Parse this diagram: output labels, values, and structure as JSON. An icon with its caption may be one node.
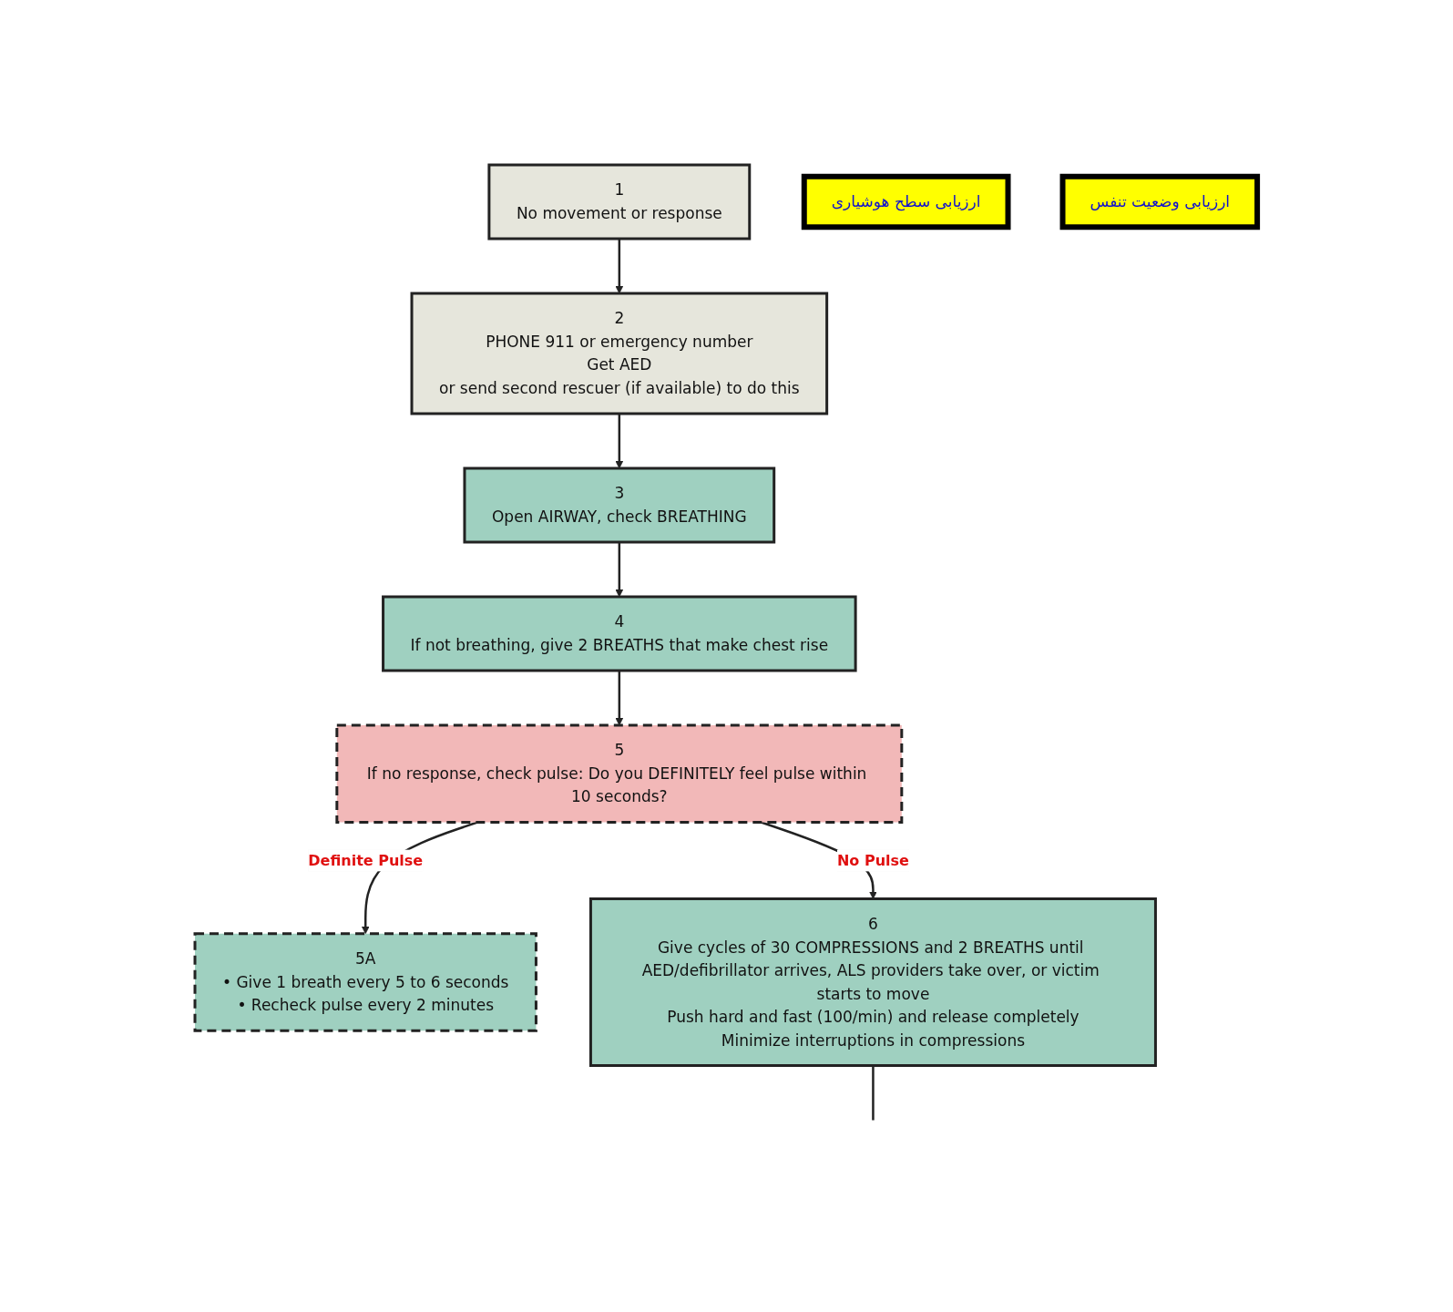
{
  "diagram": {
    "nodes": [
      {
        "text": [
          "1",
          "No movement or response"
        ]
      },
      {
        "text": [
          "2",
          "PHONE 911 or emergency number",
          "Get AED",
          "or send second rescuer (if available) to do this"
        ]
      },
      {
        "text": [
          "3",
          "Open AIRWAY, check BREATHING"
        ]
      },
      {
        "text": [
          "4",
          "If not breathing, give 2 BREATHS that make chest rise"
        ]
      },
      {
        "text": [
          "5",
          "If no response, check pulse: Do you DEFINITELY feel pulse within 10 seconds?"
        ]
      },
      {
        "text": [
          "5A",
          "• Give 1 breath every 5 to 6 seconds",
          "• Recheck pulse every 2 minutes"
        ]
      },
      {
        "text": [
          "6",
          "Give cycles of 30 COMPRESSIONS and 2 BREATHS until AED/defibrillator arrives, ALS providers take over, or victim starts to move",
          "Push hard and fast (100/min) and release completely",
          "Minimize interruptions in compressions"
        ]
      },
      {
        "text": [
          "ارزیابی سطح هوشیاری"
        ]
      },
      {
        "text": [
          "ارزیابی وضعیت تنفس"
        ]
      }
    ],
    "edges": [
      {
        "from": 0,
        "to": 1,
        "arrow": "to"
      },
      {
        "from": 1,
        "to": 2,
        "arrow": "to"
      },
      {
        "from": 2,
        "to": 3,
        "arrow": "to"
      },
      {
        "from": 3,
        "to": 4,
        "arrow": "to"
      },
      {
        "from": 4,
        "to": 5,
        "arrow": "to",
        "label": "Definite Pulse"
      },
      {
        "from": 4,
        "to": 6,
        "arrow": "to",
        "label": "No Pulse"
      },
      {
        "from": 6,
        "to": null,
        "arrow": "none"
      }
    ]
  }
}
